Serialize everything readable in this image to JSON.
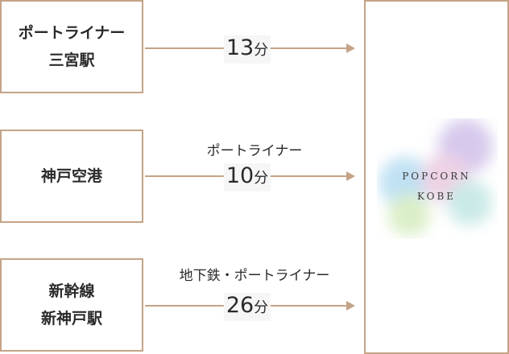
{
  "routes": [
    {
      "origin_line1": "ポートライナー",
      "origin_line2": "三宮駅",
      "via": "",
      "time_value": "13",
      "time_unit": "分"
    },
    {
      "origin_line1": "神戸空港",
      "origin_line2": "",
      "via": "ポートライナー",
      "time_value": "10",
      "time_unit": "分"
    },
    {
      "origin_line1": "新幹線",
      "origin_line2": "新神戸駅",
      "via": "地下鉄・ポートライナー",
      "time_value": "26",
      "time_unit": "分"
    }
  ],
  "destination": {
    "line1": "POPCORN",
    "line2": "KOBE",
    "art_colors": [
      "#c9b7e6",
      "#a9d7ef",
      "#e8c3dc",
      "#cfe9b5",
      "#b8e3e0"
    ]
  },
  "colors": {
    "accent": "#c4a487"
  }
}
